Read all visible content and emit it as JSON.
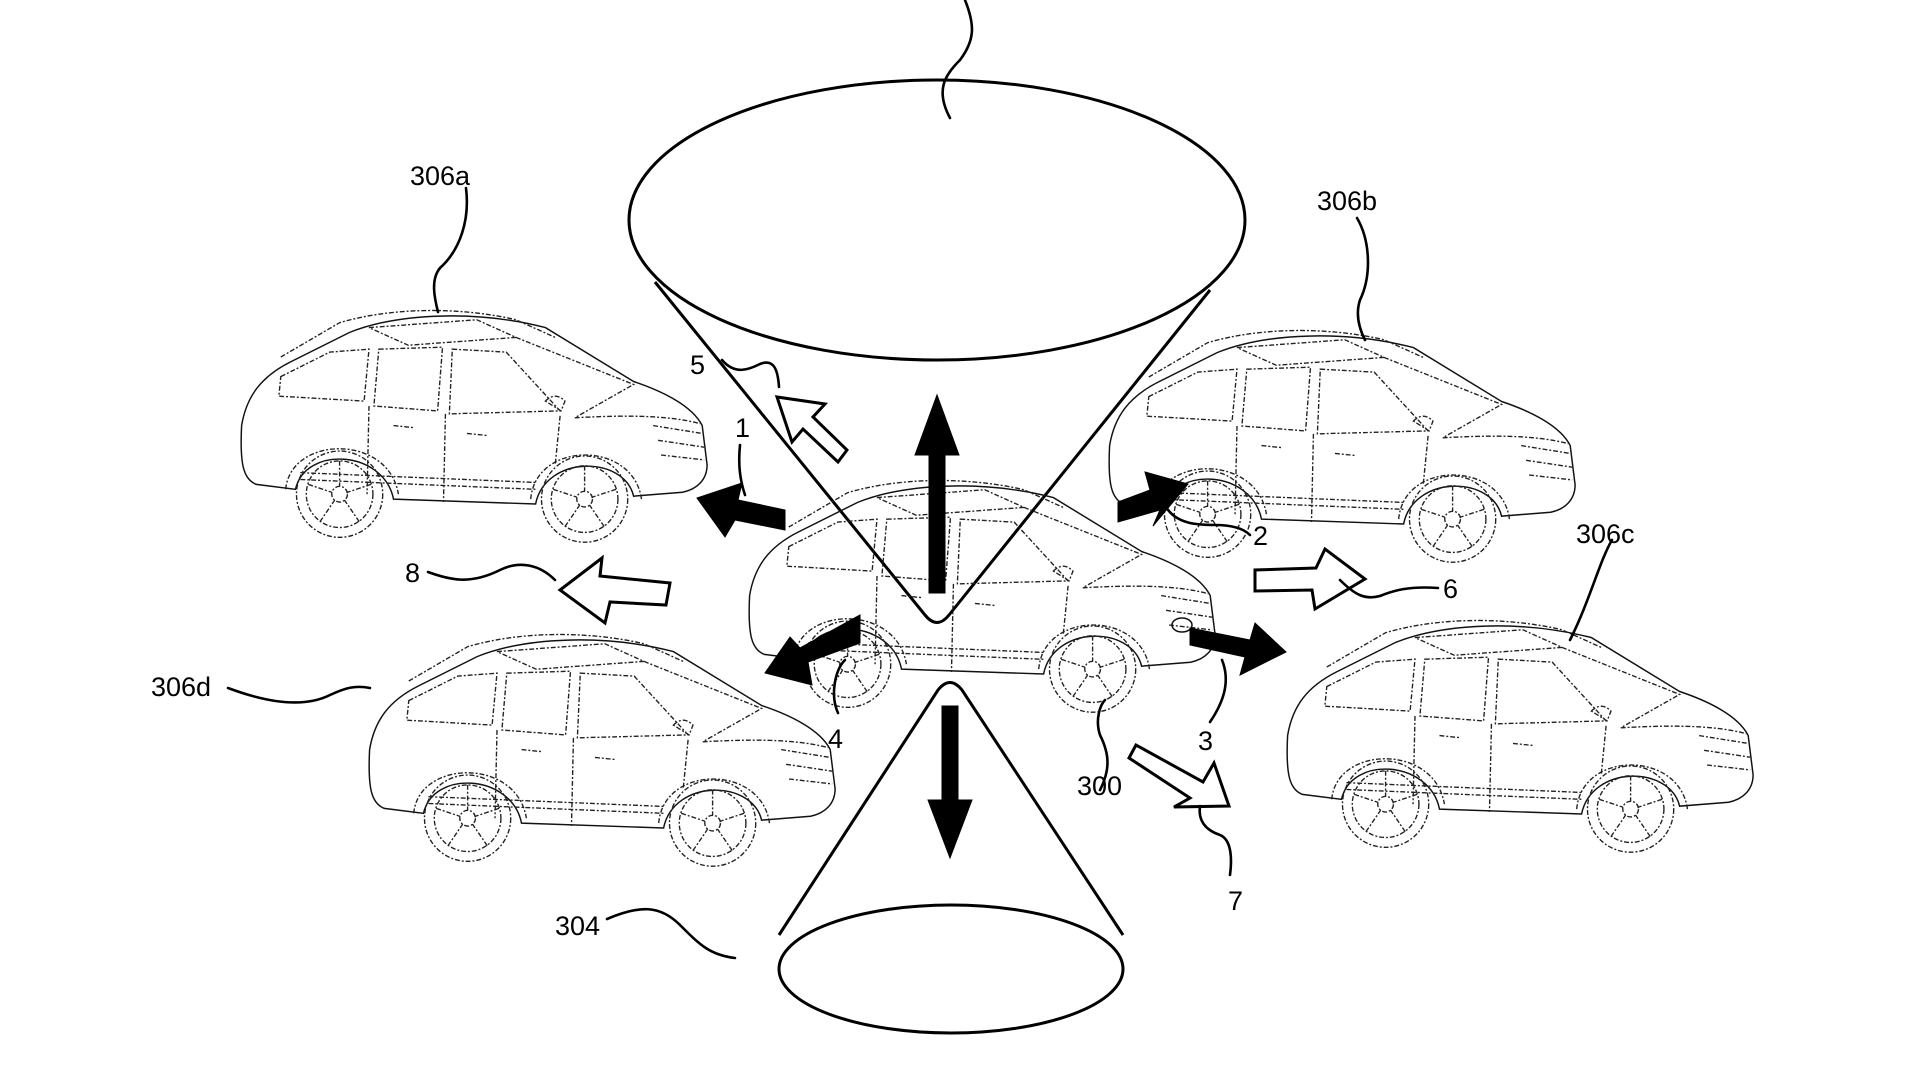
{
  "figure": {
    "reference_labels": {
      "central_vehicle": "300",
      "lower_cone": "304",
      "vehicle_a": "306a",
      "vehicle_b": "306b",
      "vehicle_c": "306c",
      "vehicle_d": "306d"
    },
    "direction_labels": {
      "d1": "1",
      "d2": "2",
      "d3": "3",
      "d4": "4",
      "d5": "5",
      "d6": "6",
      "d7": "7",
      "d8": "8"
    },
    "colors": {
      "ink": "#000000",
      "paper": "#ffffff"
    }
  }
}
